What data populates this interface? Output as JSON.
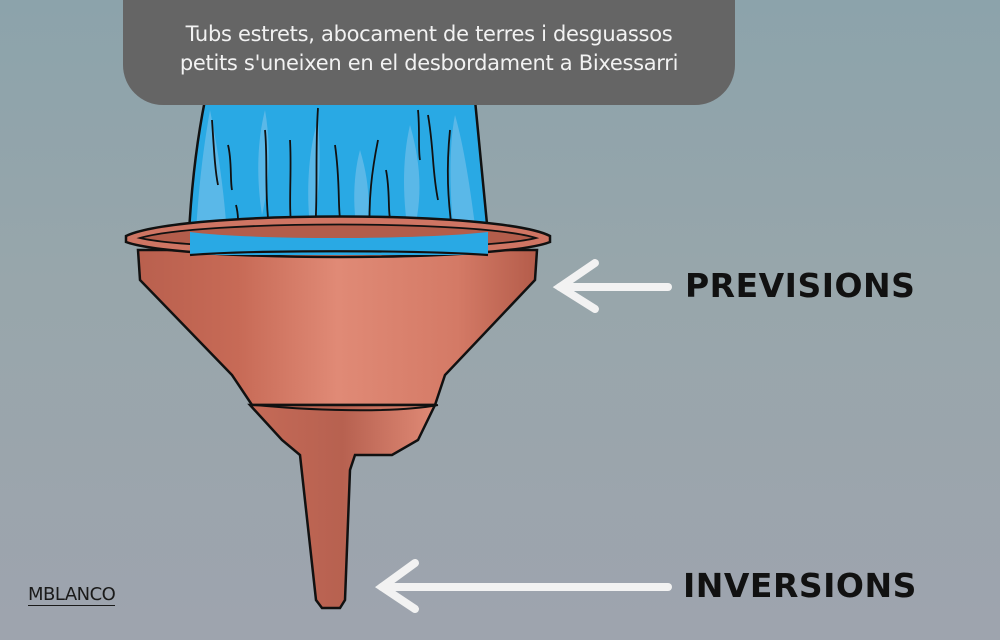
{
  "banner": {
    "line1": "Tubs estrets, abocament de terres i desguassos",
    "line2": "petits s'uneixen en el desbordament a Bixessarri"
  },
  "labels": {
    "previsions": "PREVISIONS",
    "inversions": "INVERSIONS"
  },
  "signature": "MBLANCO",
  "colors": {
    "background_top": "#8ca3ab",
    "background_bottom": "#9ea4ae",
    "banner": "#656565",
    "water": "#29a9e4",
    "water_light": "#5ab8e8",
    "funnel": "#d47a66",
    "funnel_dark": "#b5604d",
    "arrow": "#f2f2f2"
  }
}
